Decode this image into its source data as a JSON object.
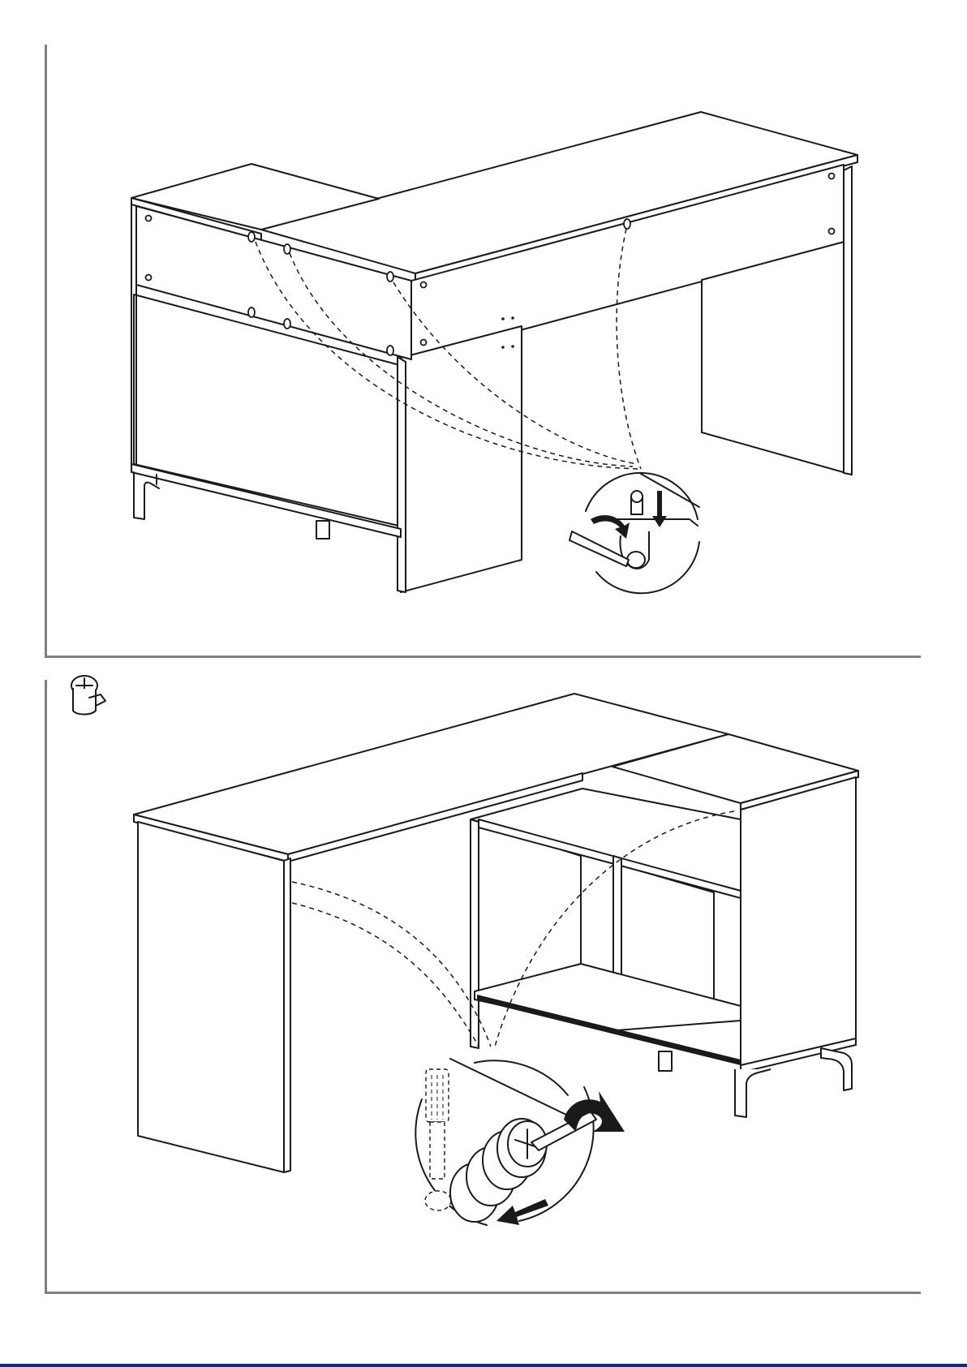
{
  "document": {
    "type": "assembly-instructions",
    "steps": [
      {
        "id": "step-top",
        "hardware_icon": null,
        "tool": "screwdriver",
        "action_arrows": [
          "rotate",
          "push-down"
        ]
      },
      {
        "id": "step-bottom",
        "hardware_icon": "cam-lock-icon",
        "tool": "screwdriver",
        "action_arrows": [
          "rotate",
          "pull"
        ]
      }
    ]
  },
  "colors": {
    "line": "#1a1a1a",
    "frame": "#7f7f7f",
    "bottom_strip": "#0a2a8c",
    "background": "#ffffff"
  }
}
